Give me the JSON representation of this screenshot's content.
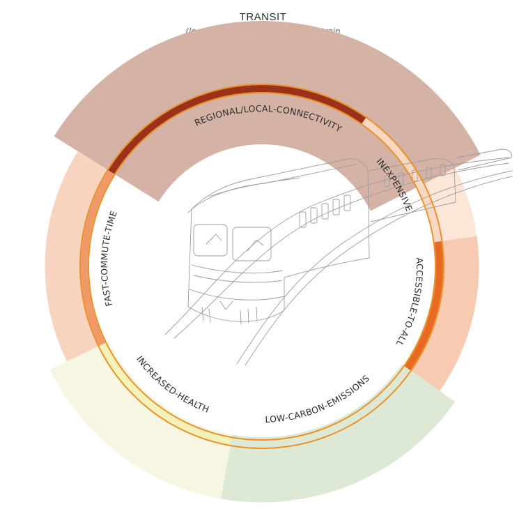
{
  "title": "TRANSIT",
  "subtitle": "(local, regional, and rapid lines) train",
  "colors": {
    "ring_outer": "#e9922a",
    "ring_inner": "#e9922a"
  },
  "segments": [
    {
      "key": "regional",
      "label": "REGIONAL/LOCAL-CONNECTIVITY",
      "level": 1.0,
      "band_color": "#d4b3a6",
      "ring_color": "#9b3119",
      "from": 302,
      "to": 63,
      "label_side": "top"
    },
    {
      "key": "inexpensive",
      "label": "INEXPENSIVE",
      "level": 0.55,
      "band_color": "#fbe6d8",
      "ring_color": "#f7d9c3",
      "from": 35,
      "to": 82,
      "label_side": "top"
    },
    {
      "key": "accessible",
      "label": "ACCESSIBLE-TO-ALL",
      "level": 0.55,
      "band_color": "#f7cbb2",
      "ring_color": "#e86a22",
      "from": 82,
      "to": 125,
      "label_side": "top"
    },
    {
      "key": "low_carbon",
      "label": "LOW-CARBON-EMISSIONS",
      "level": 0.85,
      "band_color": "#dde9d5",
      "ring_color": "#dde9d5",
      "from": 125,
      "to": 190,
      "label_side": "bottom"
    },
    {
      "key": "health",
      "label": "INCREASED-HEALTH",
      "level": 0.85,
      "band_color": "#f6f6e3",
      "ring_color": "#f4f2b8",
      "from": 190,
      "to": 244,
      "label_side": "bottom"
    },
    {
      "key": "fast",
      "label": "FAST-COMMUTE-TIME",
      "level": 0.55,
      "band_color": "#f8d3c0",
      "ring_color": "#ef9a68",
      "from": 244,
      "to": 302,
      "label_side": "top"
    }
  ]
}
